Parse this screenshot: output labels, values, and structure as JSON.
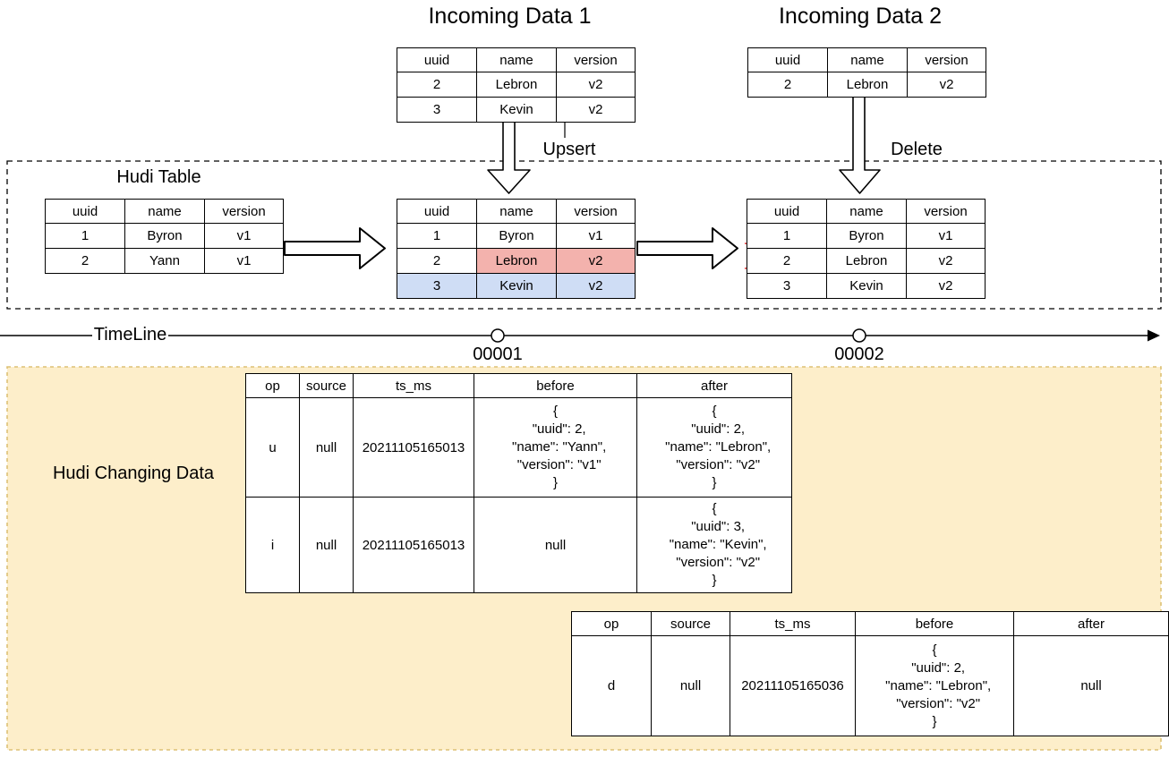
{
  "colors": {
    "red_fill": "#f3b2ad",
    "red_stroke": "#8f4743",
    "blue_fill": "#cfddf5",
    "blue_stroke": "#7e99cc",
    "yellow_fill": "#fdeeca",
    "yellow_stroke": "#ddc175",
    "cross_red": "#e03b3b"
  },
  "labels": {
    "incoming1_title": "Incoming Data 1",
    "incoming2_title": "Incoming Data 2",
    "hudi_table_title": "Hudi Table",
    "upsert": "Upsert",
    "delete": "Delete",
    "timeline": "TimeLine",
    "commit1": "00001",
    "commit2": "00002",
    "changing_title": "Hudi Changing Data"
  },
  "tables": {
    "incoming1": {
      "headers": [
        "uuid",
        "name",
        "version"
      ],
      "rows": [
        [
          "2",
          "Lebron",
          "v2"
        ],
        [
          "3",
          "Kevin",
          "v2"
        ]
      ]
    },
    "incoming2": {
      "headers": [
        "uuid",
        "name",
        "version"
      ],
      "rows": [
        [
          "2",
          "Lebron",
          "v2"
        ]
      ]
    },
    "hudi_initial": {
      "headers": [
        "uuid",
        "name",
        "version"
      ],
      "rows": [
        [
          "1",
          "Byron",
          "v1"
        ],
        [
          "2",
          "Yann",
          "v1"
        ]
      ]
    },
    "hudi_after_upsert": {
      "headers": [
        "uuid",
        "name",
        "version"
      ],
      "rows": [
        [
          "1",
          "Byron",
          "v1"
        ],
        [
          "2",
          "Lebron",
          "v2"
        ],
        [
          "3",
          "Kevin",
          "v2"
        ]
      ],
      "cell_classes": [
        [
          "",
          "",
          ""
        ],
        [
          "",
          "red",
          "red"
        ],
        [
          "blue",
          "blue",
          "blue"
        ]
      ]
    },
    "hudi_after_delete": {
      "headers": [
        "uuid",
        "name",
        "version"
      ],
      "rows": [
        [
          "1",
          "Byron",
          "v1"
        ],
        [
          "2",
          "Lebron",
          "v2"
        ],
        [
          "3",
          "Kevin",
          "v2"
        ]
      ]
    },
    "changing1": {
      "headers": [
        "op",
        "source",
        "ts_ms",
        "before",
        "after"
      ],
      "rows": [
        [
          "u",
          "null",
          "20211105165013",
          "{\n  \"uuid\": 2,\n  \"name\": \"Yann\",\n  \"version\": \"v1\"\n}",
          "{\n  \"uuid\": 2,\n  \"name\": \"Lebron\",\n  \"version\": \"v2\"\n}"
        ],
        [
          "i",
          "null",
          "20211105165013",
          "null",
          "{\n  \"uuid\": 3,\n  \"name\": \"Kevin\",\n  \"version\": \"v2\"\n}"
        ]
      ],
      "cell_classes": [
        [
          "",
          "",
          "",
          "json",
          "json"
        ],
        [
          "",
          "",
          "",
          "",
          "json"
        ]
      ]
    },
    "changing2": {
      "headers": [
        "op",
        "source",
        "ts_ms",
        "before",
        "after"
      ],
      "rows": [
        [
          "d",
          "null",
          "20211105165036",
          "{\n  \"uuid\": 2,\n  \"name\": \"Lebron\",\n  \"version\": \"v2\"\n}",
          "null"
        ]
      ],
      "cell_classes": [
        [
          "",
          "",
          "",
          "json",
          ""
        ]
      ]
    }
  }
}
